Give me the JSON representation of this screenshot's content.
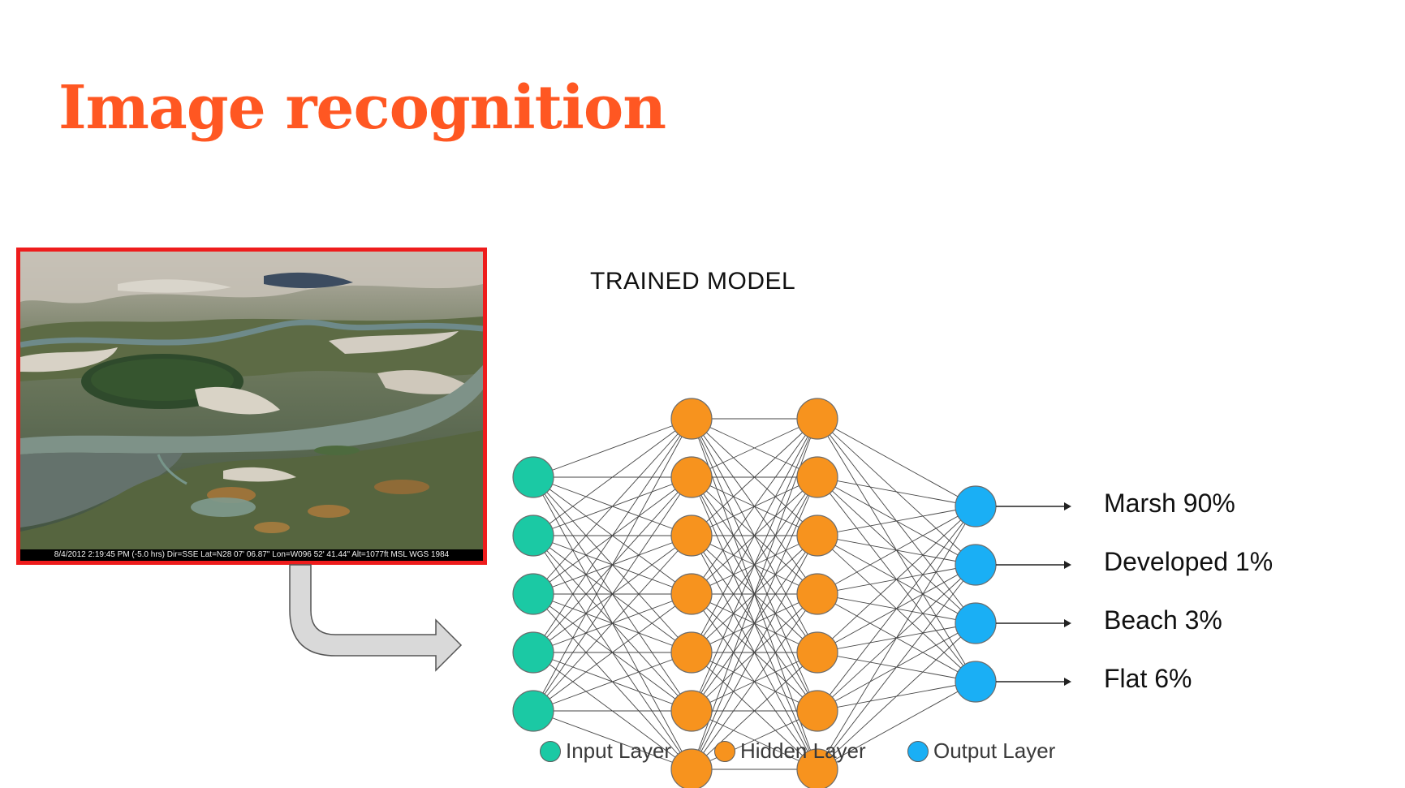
{
  "slide": {
    "title": "Image recognition",
    "title_color": "#ff5722"
  },
  "photo": {
    "description_icon": "aerial-marsh-photo",
    "caption": "8/4/2012 2:19:45 PM (-5.0 hrs) Dir=SSE Lat=N28 07' 06.87\" Lon=W096 52' 41.44\" Alt=1077ft MSL WGS 1984",
    "frame_color": "#ee1c1c"
  },
  "model": {
    "label": "TRAINED MODEL"
  },
  "network": {
    "layers": [
      {
        "kind": "input",
        "count": 5
      },
      {
        "kind": "hidden",
        "count": 7
      },
      {
        "kind": "hidden",
        "count": 7
      },
      {
        "kind": "output",
        "count": 4
      }
    ],
    "colors": {
      "input": "#1bc9a4",
      "hidden": "#f7931e",
      "output": "#1aaff5",
      "edge": "#444444"
    }
  },
  "outputs": [
    {
      "label": "Marsh 90%"
    },
    {
      "label": "Developed 1%"
    },
    {
      "label": "Beach 3%"
    },
    {
      "label": "Flat 6%"
    }
  ],
  "legend": [
    {
      "kind": "input",
      "label": "Input Layer"
    },
    {
      "kind": "hidden",
      "label": "Hidden Layer"
    },
    {
      "kind": "output",
      "label": "Output Layer"
    }
  ],
  "arrow_icon": "curved-arrow-icon"
}
